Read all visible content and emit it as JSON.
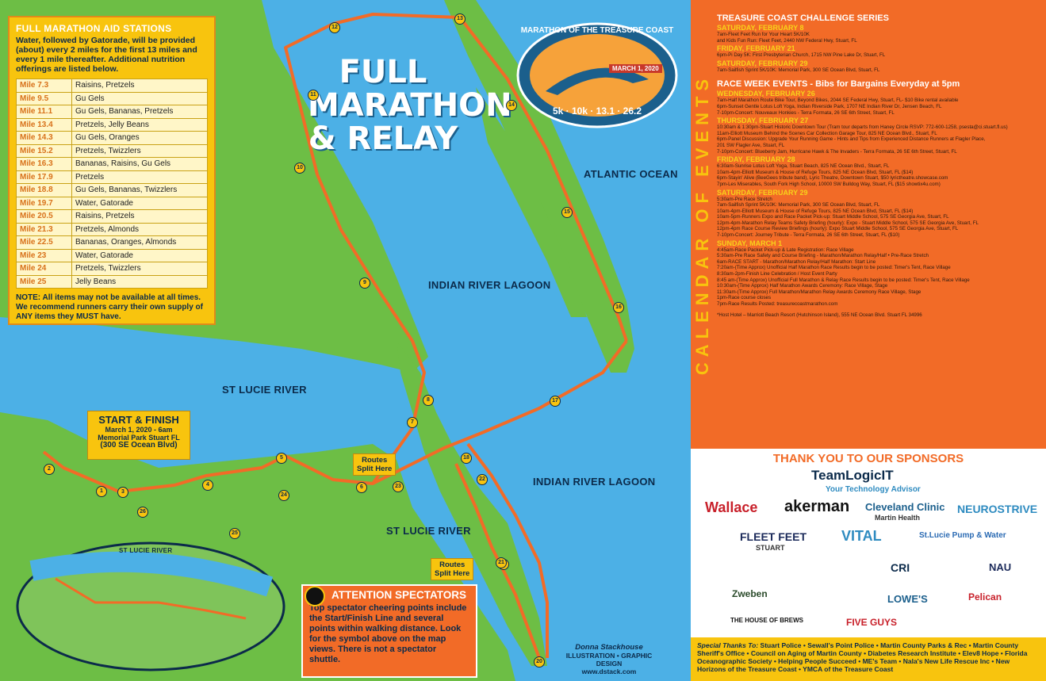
{
  "map": {
    "title": [
      "FULL",
      "MARATHON",
      "& RELAY"
    ],
    "labels": {
      "atlantic": "ATLANTIC OCEAN",
      "irl_north": "INDIAN RIVER LAGOON",
      "irl_south": "INDIAN RIVER LAGOON",
      "slr_west": "ST LUCIE RIVER",
      "slr_east": "ST LUCIE RIVER",
      "inset_river": "ST LUCIE RIVER"
    },
    "mile_markers": [
      "1",
      "2",
      "3",
      "4",
      "5",
      "6",
      "7",
      "8",
      "9",
      "10",
      "11",
      "12",
      "13",
      "14",
      "15",
      "16",
      "17",
      "18",
      "19",
      "20",
      "21",
      "22",
      "23",
      "24",
      "25",
      "26"
    ],
    "routes_split": [
      "Routes",
      "Split Here"
    ],
    "start_finish": {
      "heading": "START & FINISH",
      "date": "March 1, 2020 - 6am",
      "venue": "Memorial Park Stuart FL",
      "address": "(300 SE Ocean Blvd)"
    },
    "credit": {
      "signature": "Donna Stackhouse",
      "line1": "ILLUSTRATION • GRAPHIC DESIGN",
      "line2": "www.dstack.com"
    }
  },
  "aid_stations": {
    "heading": "FULL MARATHON AID STATIONS",
    "intro": "Water, followed by Gatorade, will be provided (about) every 2 miles for the first 13 miles and every 1 mile thereafter. Additional nutrition offerings are listed below.",
    "rows": [
      {
        "mile": "Mile 7.3",
        "items": "Raisins, Pretzels"
      },
      {
        "mile": "Mile 9.5",
        "items": "Gu Gels"
      },
      {
        "mile": "Mile 11.1",
        "items": "Gu Gels, Bananas, Pretzels"
      },
      {
        "mile": "Mile 13.4",
        "items": "Pretzels, Jelly Beans"
      },
      {
        "mile": "Mile 14.3",
        "items": "Gu Gels, Oranges"
      },
      {
        "mile": "Mile 15.2",
        "items": "Pretzels, Twizzlers"
      },
      {
        "mile": "Mile 16.3",
        "items": "Bananas, Raisins, Gu Gels"
      },
      {
        "mile": "Mile 17.9",
        "items": "Pretzels"
      },
      {
        "mile": "Mile 18.8",
        "items": "Gu Gels, Bananas, Twizzlers"
      },
      {
        "mile": "Mile 19.7",
        "items": "Water, Gatorade"
      },
      {
        "mile": "Mile 20.5",
        "items": "Raisins, Pretzels"
      },
      {
        "mile": "Mile 21.3",
        "items": "Pretzels, Almonds"
      },
      {
        "mile": "Mile 22.5",
        "items": "Bananas, Oranges, Almonds"
      },
      {
        "mile": "Mile 23",
        "items": "Water, Gatorade"
      },
      {
        "mile": "Mile 24",
        "items": "Pretzels, Twizzlers"
      },
      {
        "mile": "Mile 25",
        "items": "Jelly Beans"
      }
    ],
    "note": "NOTE: All items may not be available at all times. We recommend runners carry their own supply of ANY items they MUST have."
  },
  "logo": {
    "arc": "MARATHON OF THE TREASURE COAST",
    "date": "MARCH 1, 2020",
    "distances": "5k · 10k · 13.1 · 26.2"
  },
  "spectators": {
    "heading": "ATTENTION SPECTATORS",
    "body": "Top spectator cheering points include the Start/Finish Line and several points within walking distance. Look for the symbol above on the map views. There is not a spectator shuttle."
  },
  "calendar": {
    "vertical_label": "CALENDAR OF EVENTS",
    "sections": [
      {
        "title": "TREASURE COAST CHALLENGE SERIES",
        "days": [
          {
            "day": "SATURDAY, FEBRUARY 8",
            "events": [
              "7am-Fleet Feet Run for Your Heart 5K/10K",
              "and Kids Fun Run: Fleet Feet, 2440 NW Federal Hwy, Stuart, FL"
            ]
          },
          {
            "day": "FRIDAY, FEBRUARY 21",
            "events": [
              "6pm-Pi Day 5K: First Presbyterian Church, 1715 NW Pine Lake Dr, Stuart, FL"
            ]
          },
          {
            "day": "SATURDAY, FEBRUARY 29",
            "events": [
              "7am-Sailfish Sprint 5K/10K: Memorial Park, 300 SE Ocean Blvd, Stuart, FL"
            ]
          }
        ]
      },
      {
        "title": "RACE WEEK EVENTS - Bibs for Bargains Everyday at 5pm",
        "days": [
          {
            "day": "WEDNESDAY, FEBRUARY 26",
            "events": [
              "7am-Half Marathon Route Bike Tour, Beyond Bikes, 2044 SE Federal Hwy, Stuart, FL- $10 Bike rental available",
              "6pm-Sunset Gentle Lotus Loft Yoga, Indian Riverside Park, 1707 NE Indian River Dr, Jensen Beach, FL",
              "7-10pm-Concert: Nouveaux Honkies - Terra Formata, 26 SE 6th Street, Stuart, FL"
            ]
          },
          {
            "day": "THURSDAY, FEBRUARY 27",
            "events": [
              "10:30am & 1:30pm-Stuart Historic Downtown Tour (Tram tour departs from Haney Circle RSVP: 772-600-1258, psesta@ci.stuart.fl.us)",
              "11am-Elliott Museum Behind the Scenes Car Collection Garage Tour, 825 NE Ocean Blvd., Stuart, FL",
              "6pm-Panel Discussion: Upgrade Your Running Game - Hints and Tips from Experienced Distance Runners at Flagler Place,",
              "201 SW Flagler Ave, Stuart, FL",
              "7-10pm-Concert: Blueberry Jam, Hurricane Hawk & The Invaders - Terra Formata, 26 SE 6th Street, Stuart, FL"
            ]
          },
          {
            "day": "FRIDAY, FEBRUARY 28",
            "events": [
              "6:30am-Sunrise Lotus Loft Yoga, Stuart Beach, 825 NE Ocean Blvd., Stuart, FL",
              "10am-4pm-Elliott Museum & House of Refuge Tours, 825 NE Ocean Blvd, Stuart, FL ($14)",
              "6pm-Stayin' Alive (BeeGees tribute band), Lyric Theatre, Downtown Stuart, $50 lyrictheatre.showcase.com",
              "7pm-Les Miserables, South Fork High School, 10000 SW Bulldog Way, Stuart, FL ($15 showtix4u.com)"
            ]
          },
          {
            "day": "SATURDAY, FEBRUARY 29",
            "events": [
              "5:30am-Pre Race Stretch",
              "7am-Sailfish Sprint 5K/10K: Memorial Park, 300 SE Ocean Blvd, Stuart, FL",
              "10am-4pm-Elliott Museum & House of Refuge Tours, 825 NE Ocean Blvd, Stuart, FL ($14)",
              "10am-5pm-Runners Expo and Race Packet Pick-up: Stuart Middle School, 575 SE Georgia Ave, Stuart, FL",
              "12pm-4pm-Marathon Relay Teams Safety Briefing (hourly): Expo - Stuart Middle School, 575 SE Georgia Ave, Stuart, FL",
              "12pm-4pm Race Course Review Briefings (hourly): Expo   Stuart Middle School, 575 SE Georgia Ave, Stuart, FL",
              "7-10pm-Concert: Journey Tribute - Terra Formata, 26 SE 6th Street, Stuart, FL ($10)"
            ]
          },
          {
            "day": "SUNDAY, MARCH 1",
            "events": [
              "4:45am-Race Packet Pick-up & Late Registration: Race Village",
              "5:30am-Pre Race Safety and Course Briefing - Marathon/Marathon Relay/Half • Pre-Race Stretch",
              "6am-RACE START - Marathon/Marathon Relay/Half Marathon: Start Line",
              "7:20am-(Time Approx) Unofficial Half Marathon Race Results begin to be posted: Timer's Tent, Race Village",
              "8:30am-2pm-Finish Line Celebration / Host Event Party",
              "8:45 am-(Time Approx) Unofficial Full Marathon & Relay Race Results begin to be posted: Timer's Tent, Race Village",
              "10:30am-(Time Approx) Half Marathon Awards Ceremony: Race Village, Stage",
              "11:30am-(Time Approx) Full Marathon/Marathon Relay Awards Ceremony Race Village, Stage",
              "1pm-Race course closes",
              "7pm-Race Results Posted: treasurecoastmarathon.com"
            ]
          }
        ]
      }
    ],
    "host_hotel": "*Host Hotel – Marriott Beach Resort (Hutchinson Island), 555 NE Ocean Blvd. Stuart FL 34996"
  },
  "sponsors": {
    "heading": "THANK YOU TO OUR SPONSORS",
    "items": [
      "TeamLogicIT",
      "Your Technology Advisor",
      "Wallace",
      "akerman",
      "Cleveland Clinic",
      "Martin Health",
      "NEUROSTRIVE",
      "FLEET FEET",
      "STUART",
      "VITAL",
      "St.Lucie Pump & Water",
      "CRI",
      "NAU",
      "Zweben",
      "LOWE'S",
      "Pelican",
      "THE HOUSE OF BREWS",
      "FIVE GUYS"
    ]
  },
  "thanks": {
    "label": "Special Thanks To:",
    "text": "Stuart Police • Sewall's Point Police • Martin County Parks & Rec • Martin County Sheriff's Office • Council on Aging of Martin County • Diabetes Research Institute • Elev8 Hope • Florida Oceanographic Society • Helping People Succeed • ME's Team • Nala's New Life Rescue Inc • New Horizons of the Treasure Coast • YMCA of the Treasure Coast"
  },
  "colors": {
    "water": "#4cb0e6",
    "land": "#6dbe45",
    "route": "#f26b27",
    "yellow": "#f8c40e",
    "orange": "#f26b27",
    "navy": "#0b2a4a"
  }
}
